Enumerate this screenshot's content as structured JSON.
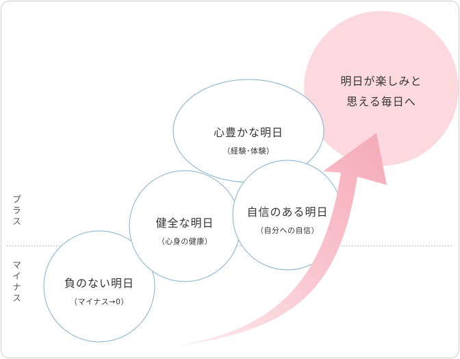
{
  "axis": {
    "plus_label": "プラス",
    "minus_label": "マイナス"
  },
  "stages": [
    {
      "title": "負のない明日",
      "subtitle": "（マイナス→0）"
    },
    {
      "title": "健全な明日",
      "subtitle": "（心身の健康）"
    },
    {
      "title": "心豊かな明日",
      "subtitle": "（経験･体験）"
    },
    {
      "title": "自信のある明日",
      "subtitle": "（自分への自信）"
    }
  ],
  "goal": {
    "line1": "明日が楽しみと",
    "line2": "思える毎日へ"
  },
  "colors": {
    "circle_stroke": "#7fb0d0",
    "goal_fill": "#fcd9df",
    "arrow_fill": "#f7b7c2",
    "divider": "#9a9a9a"
  }
}
